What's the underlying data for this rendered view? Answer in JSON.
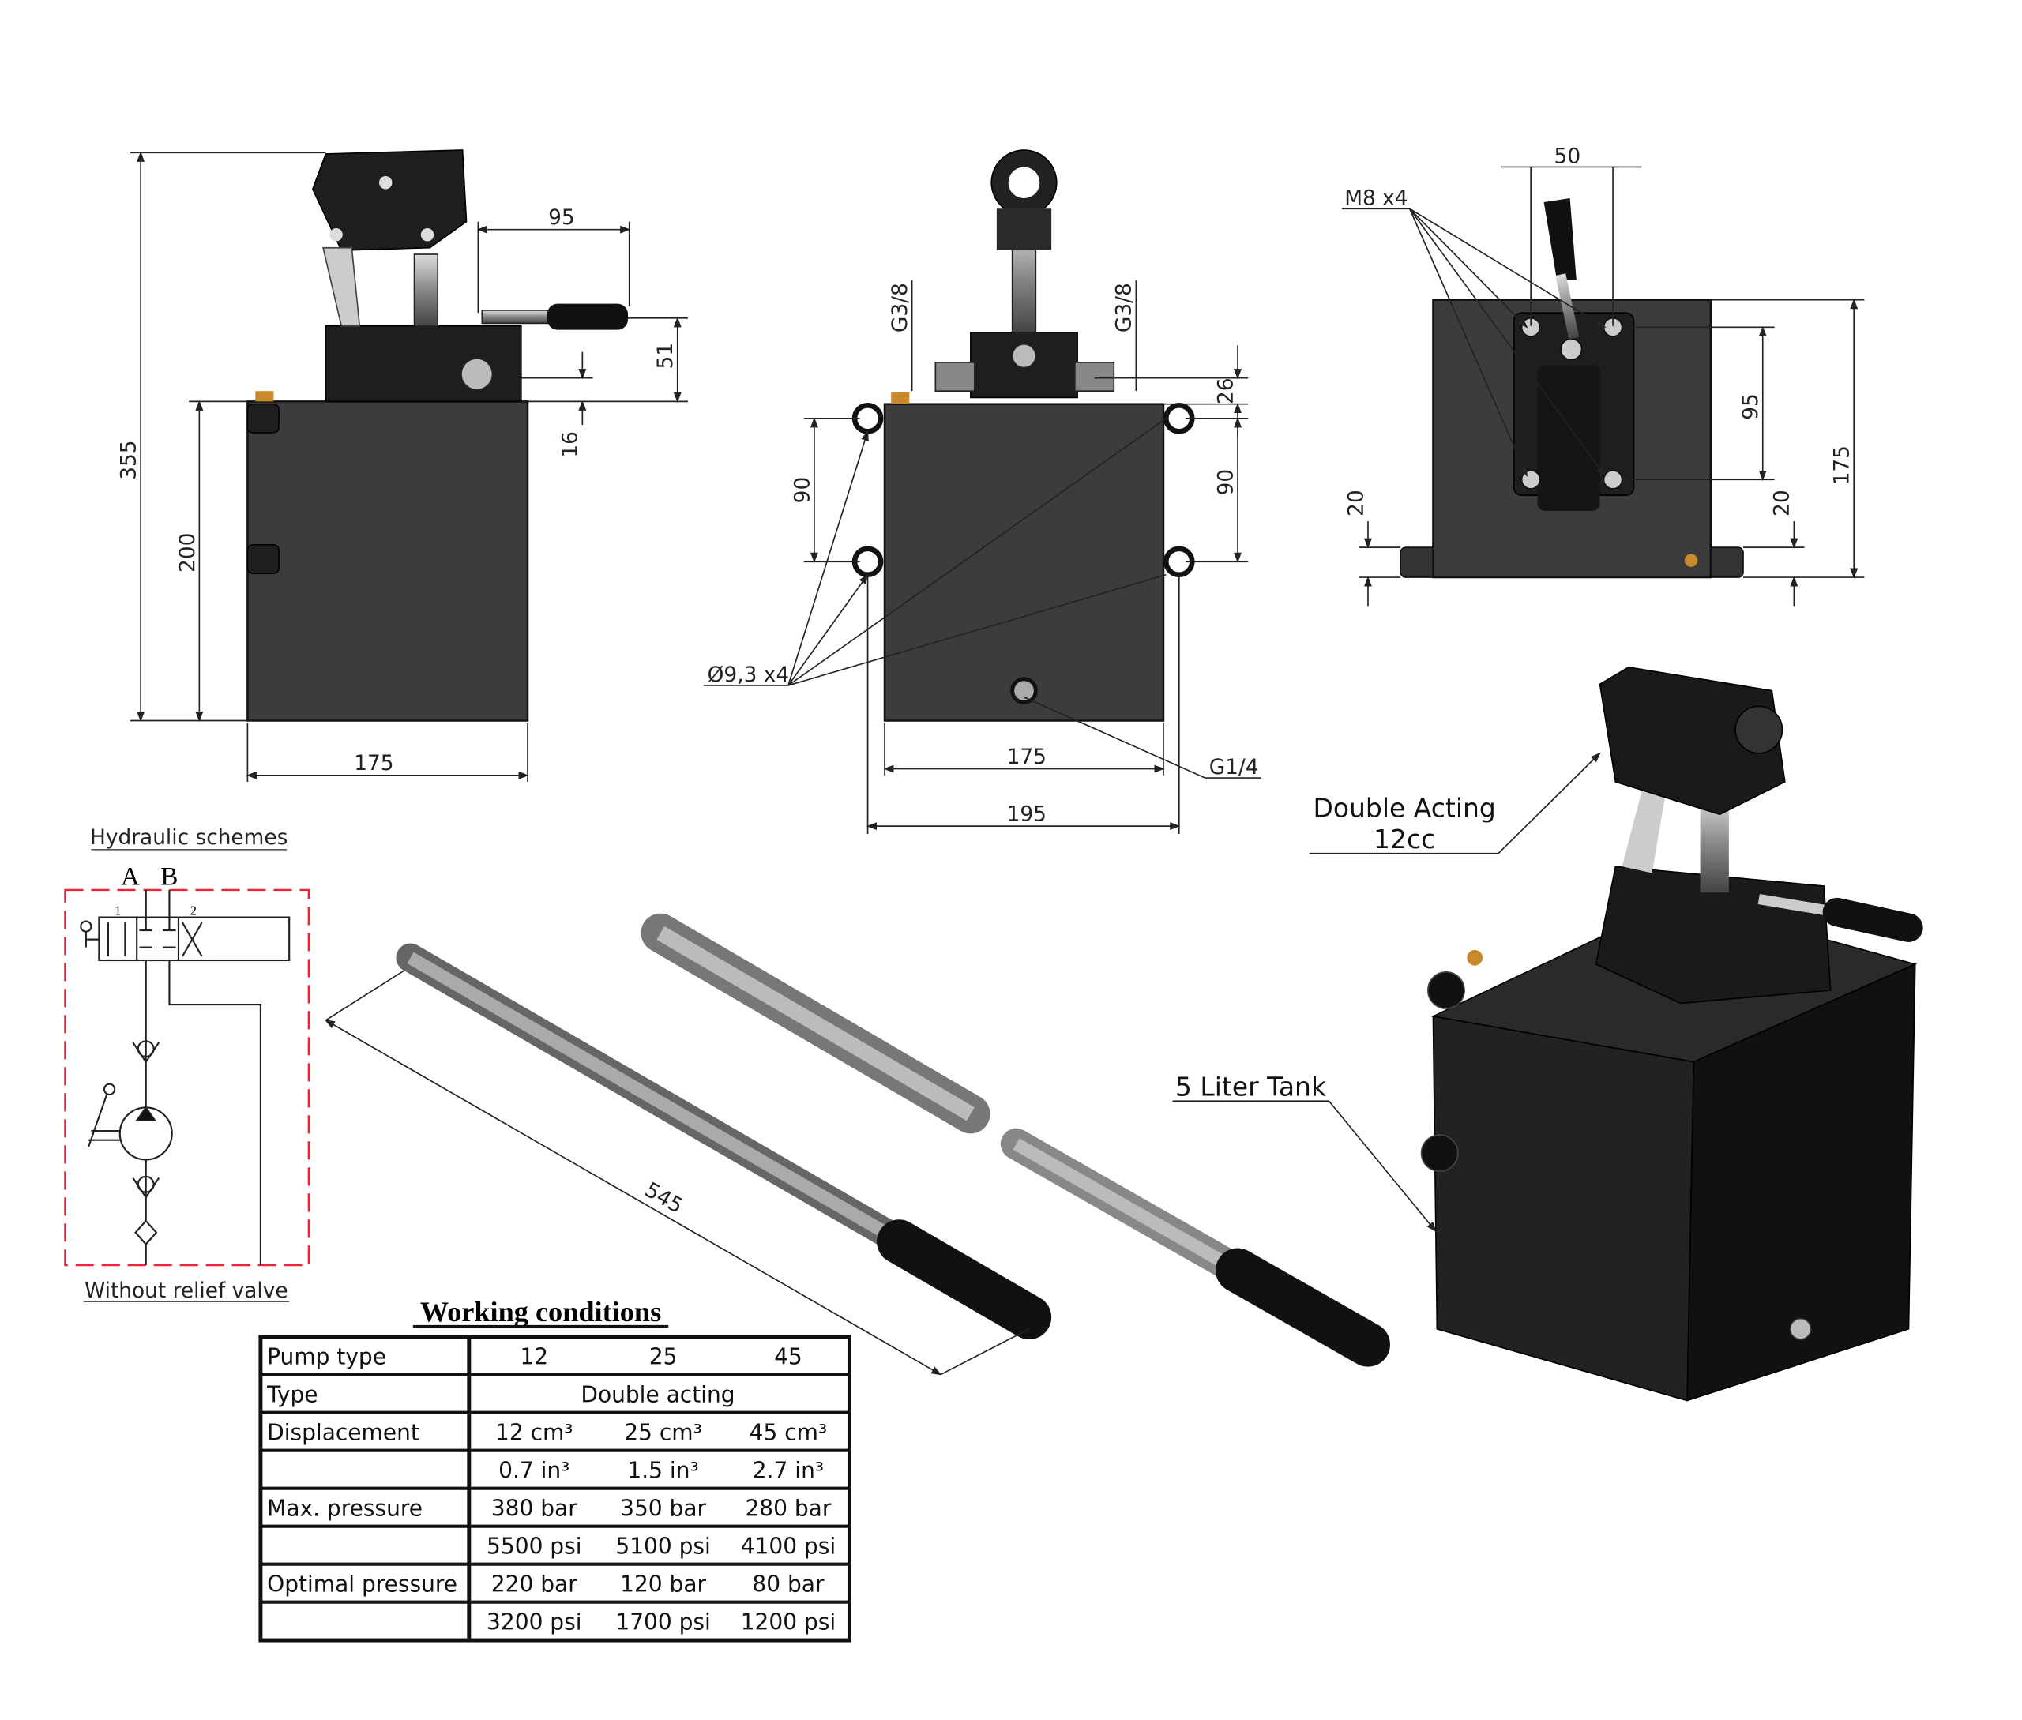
{
  "side_view": {
    "dim_height_total": "355",
    "dim_tank_height": "200",
    "dim_width": "175",
    "dim_handle_offset": "95",
    "dim_valve_height": "51",
    "dim_base": "16"
  },
  "front_view": {
    "port_left": "G3/8",
    "port_right": "G3/8",
    "dim_26": "26",
    "dim_90_left": "90",
    "dim_90_right": "90",
    "holes": "Ø9,3 x4",
    "dim_175": "175",
    "dim_195": "195",
    "drain_port": "G1/4"
  },
  "top_view": {
    "dim_50": "50",
    "bolts": "M8 x4",
    "dim_95": "95",
    "dim_175": "175",
    "dim_20_left": "20",
    "dim_20_right": "20"
  },
  "hydraulic": {
    "title": "Hydraulic schemes",
    "port_a": "A",
    "port_b": "B",
    "pos_1": "1",
    "pos_2": "2",
    "caption": "Without relief valve"
  },
  "handle": {
    "length": "545"
  },
  "iso_view": {
    "callout_line1": "Double Acting",
    "callout_line2": "12cc",
    "tank_label": "5 Liter Tank"
  },
  "table": {
    "title": "Working conditions",
    "rows": [
      [
        "Pump type",
        "12",
        "25",
        "45"
      ],
      [
        "Type",
        "Double acting"
      ],
      [
        "Displacement",
        "12 cm³",
        "25 cm³",
        "45 cm³"
      ],
      [
        "",
        "0.7 in³",
        "1.5 in³",
        "2.7 in³"
      ],
      [
        "Max. pressure",
        "380 bar",
        "350 bar",
        "280 bar"
      ],
      [
        "",
        "5500 psi",
        "5100 psi",
        "4100 psi"
      ],
      [
        "Optimal pressure",
        "220 bar",
        "120 bar",
        "80 bar"
      ],
      [
        "",
        "3200 psi",
        "1700 psi",
        "1200 psi"
      ]
    ]
  }
}
